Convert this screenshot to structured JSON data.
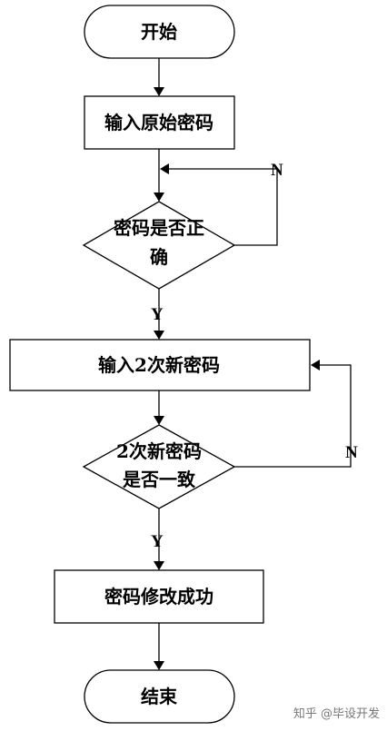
{
  "flowchart": {
    "start": "开始",
    "input_old": "输入原始密码",
    "check_old": [
      "密码是否正",
      "确"
    ],
    "input_new": "输入2次新密码",
    "check_new": [
      "2次新密码",
      "是否一致"
    ],
    "success": "密码修改成功",
    "end": "结束",
    "yes": "Y",
    "no": "N"
  },
  "watermark": "知乎 @毕设开发"
}
